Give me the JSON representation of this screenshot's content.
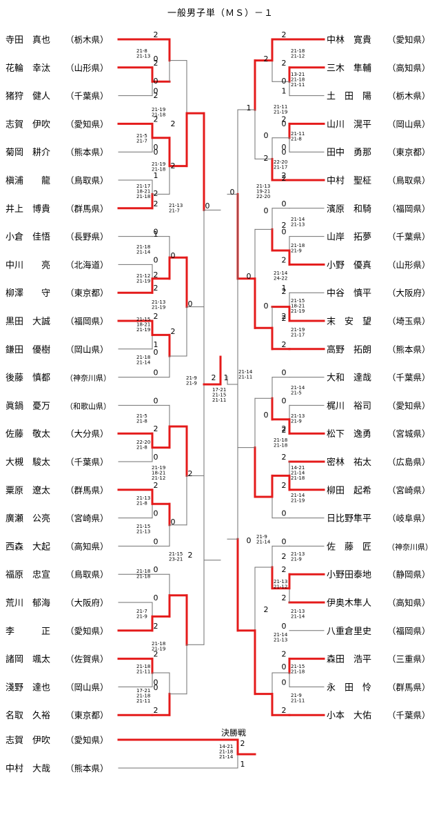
{
  "title": "一般男子単（ＭＳ）－１",
  "final_label": "決勝戦",
  "left_players": [
    {
      "name": "寺田　真也",
      "pref": "（栃木県）",
      "num": "2"
    },
    {
      "name": "花輪　幸汰",
      "pref": "（山形県）",
      "num": "2"
    },
    {
      "name": "猪狩　健人",
      "pref": "（千葉県）",
      "num": "0"
    },
    {
      "name": "志賀　伊吹",
      "pref": "（愛知県）",
      "num": "2"
    },
    {
      "name": "菊岡　耕介",
      "pref": "（熊本県）",
      "num": "0"
    },
    {
      "name": "槇浦　　龍",
      "pref": "（鳥取県）",
      "num": "1"
    },
    {
      "name": "井上　博貴",
      "pref": "（群馬県）",
      "num": "2"
    },
    {
      "name": "小倉　佳悟",
      "pref": "（長野県）",
      "num": "0"
    },
    {
      "name": "中川　　亮",
      "pref": "（北海道）",
      "num": "0"
    },
    {
      "name": "柳澤　　守",
      "pref": "（東京都）",
      "num": "2"
    },
    {
      "name": "黒田　大誠",
      "pref": "（福岡県）",
      "num": "2"
    },
    {
      "name": "鎌田　優樹",
      "pref": "（岡山県）",
      "num": "1"
    },
    {
      "name": "後藤　慎都",
      "pref": "（神奈川県）",
      "num": "0"
    },
    {
      "name": "眞鍋　憂万",
      "pref": "（和歌山県）",
      "num": "0"
    },
    {
      "name": "佐藤　敬太",
      "pref": "（大分県）",
      "num": "2"
    },
    {
      "name": "大槻　駿太",
      "pref": "（千葉県）",
      "num": "0"
    },
    {
      "name": "粟原　遼太",
      "pref": "（群馬県）",
      "num": "2"
    },
    {
      "name": "廣瀬　公亮",
      "pref": "（宮崎県）",
      "num": "0"
    },
    {
      "name": "西森　大起",
      "pref": "（高知県）",
      "num": "0"
    },
    {
      "name": "福原　忠宣",
      "pref": "（鳥取県）",
      "num": "0"
    },
    {
      "name": "荒川　郁海",
      "pref": "（大阪府）",
      "num": "0"
    },
    {
      "name": "李　　　正",
      "pref": "（愛知県）",
      "num": "2"
    },
    {
      "name": "諸岡　颯太",
      "pref": "（佐賀県）",
      "num": "2"
    },
    {
      "name": "淺野　達也",
      "pref": "（岡山県）",
      "num": "0"
    },
    {
      "name": "名取　久裕",
      "pref": "（東京都）",
      "num": "2"
    }
  ],
  "right_players": [
    {
      "name": "中林　寛貴",
      "pref": "（愛知県）",
      "num": "2"
    },
    {
      "name": "三木　隼輔",
      "pref": "（高知県）",
      "num": "2"
    },
    {
      "name": "土　田　陽",
      "pref": "（栃木県）",
      "num": "1"
    },
    {
      "name": "山川　滉平",
      "pref": "（岡山県）",
      "num": "2"
    },
    {
      "name": "田中　勇那",
      "pref": "（東京都）",
      "num": "0"
    },
    {
      "name": "中村　聖柾",
      "pref": "（鳥取県）",
      "num": "2"
    },
    {
      "name": "濱原　和騎",
      "pref": "（福岡県）",
      "num": "0"
    },
    {
      "name": "山岸　拓夢",
      "pref": "（千葉県）",
      "num": "0"
    },
    {
      "name": "小野　優真",
      "pref": "（山形県）",
      "num": "2"
    },
    {
      "name": "中谷　慎平",
      "pref": "（大阪府）",
      "num": "1"
    },
    {
      "name": "末　安　望",
      "pref": "（埼玉県）",
      "num": "2"
    },
    {
      "name": "高野　拓朗",
      "pref": "（熊本県）",
      "num": "2"
    },
    {
      "name": "大和　達哉",
      "pref": "（千葉県）",
      "num": "0"
    },
    {
      "name": "梶川　裕司",
      "pref": "（愛知県）",
      "num": "0"
    },
    {
      "name": "松下　逸勇",
      "pref": "（宮城県）",
      "num": "2"
    },
    {
      "name": "密林　祐太",
      "pref": "（広島県）",
      "num": "2"
    },
    {
      "name": "柳田　起希",
      "pref": "（宮崎県）",
      "num": "2"
    },
    {
      "name": "日比野隼平",
      "pref": "（岐阜県）",
      "num": "0"
    },
    {
      "name": "佐　藤　匠",
      "pref": "（神奈川県）",
      "num": "0"
    },
    {
      "name": "小野田泰地",
      "pref": "（静岡県）",
      "num": "2"
    },
    {
      "name": "伊奥木隼人",
      "pref": "（高知県）",
      "num": "2"
    },
    {
      "name": "八重倉里史",
      "pref": "（福岡県）",
      "num": "0"
    },
    {
      "name": "森田　浩平",
      "pref": "（三重県）",
      "num": "2"
    },
    {
      "name": "永　田　怜",
      "pref": "（群馬県）",
      "num": "0"
    },
    {
      "name": "小本　大佑",
      "pref": "（千葉県）",
      "num": "2"
    }
  ],
  "final_players": [
    {
      "name": "志賀　伊吹",
      "pref": "（愛知県）",
      "num": "2"
    },
    {
      "name": "中村　大哉",
      "pref": "（熊本県）",
      "num": "1"
    }
  ],
  "left_results": [
    "0",
    "0",
    "2",
    "2",
    "0",
    "2",
    "2",
    "0",
    "1",
    "0",
    "2",
    "0",
    "2",
    "0",
    "2",
    "0",
    "2",
    "0"
  ],
  "right_results": [
    "2",
    "0",
    "1",
    "0",
    "0",
    "0",
    "2",
    "0",
    "2",
    "0",
    "2",
    "0",
    "2",
    "0",
    "2",
    "0",
    "2",
    "0",
    "2",
    "2",
    "0"
  ],
  "center": {
    "semi_left": "2",
    "semi_right": "1"
  },
  "scores_left": [
    "21-8 21-13",
    "21-19 21-18",
    "21-5 21-7",
    "21-19 21-18",
    "21-17 18-21 21-18",
    "21-13 21-7",
    "21-18 21-14",
    "21-12 21-19",
    "21-13 21-19",
    "21-15 18-21 21-19",
    "21-18 21-14",
    "21-9 21-9",
    "21-5 21-8",
    "22-20 21-8",
    "21-19 18-21 21-12",
    "21-13 21-8",
    "21-15 21-13",
    "21-15 23-21",
    "21-18 21-18",
    "21-7 21-9",
    "21-18 21-19",
    "21-18 21-11",
    "17-21 21-18 21-11"
  ],
  "scores_right": [
    "21-18 21-12",
    "13-21 21-18 21-11",
    "21-11 21-19",
    "21-11 21-8",
    "22-20 21-17",
    "21-13 19-21 22-20",
    "21-14 21-13",
    "21-18 21-9",
    "21-14 24-22",
    "21-15 18-21 21-19",
    "21-19 21-17",
    "21-14 21-11",
    "21-14 21-5",
    "21-13 21-9",
    "21-18 21-18",
    "14-21 21-14 21-18",
    "21-14 21-19",
    "21-9 21-14",
    "21-13 21-9",
    "21-13 21-12",
    "21-13 21-14",
    "21-14 21-13",
    "21-15 21-18",
    "21-9 21-11"
  ],
  "score_center": "17-21 21-15 21-11",
  "score_final": "14-21 21-18 21-14"
}
